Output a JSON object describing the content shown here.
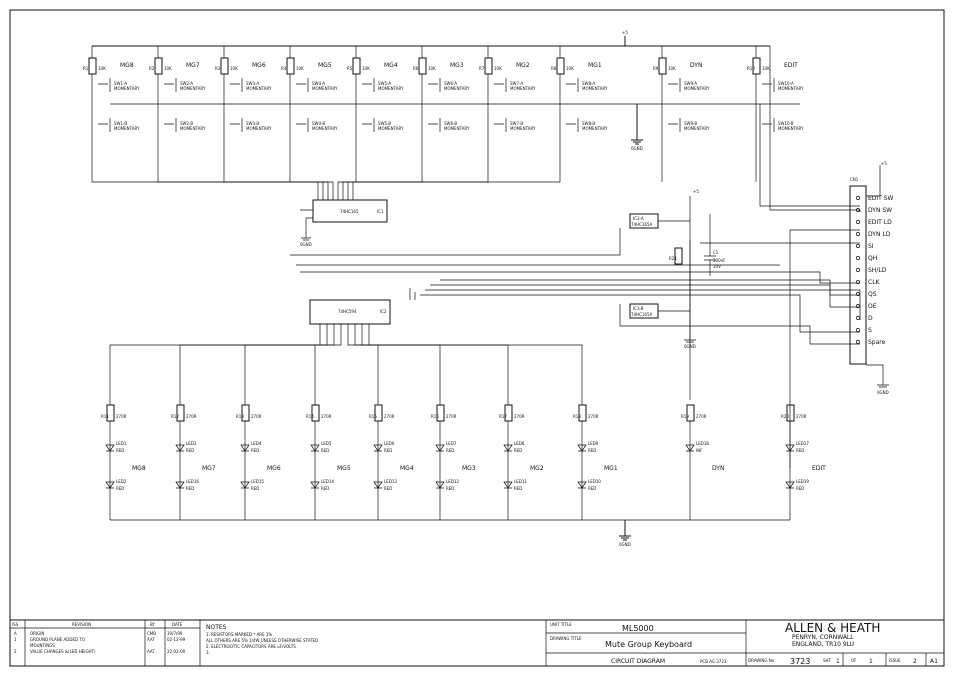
{
  "supply_label": "+5",
  "ground_label": "0GND",
  "switch_groups": [
    {
      "label": "MG8",
      "r": "R1",
      "sa": "SW1-A",
      "sb": "SW1-B"
    },
    {
      "label": "MG7",
      "r": "R2",
      "sa": "SW2-A",
      "sb": "SW2-B"
    },
    {
      "label": "MG6",
      "r": "R3",
      "sa": "SW3-A",
      "sb": "SW3-B"
    },
    {
      "label": "MG5",
      "r": "R4",
      "sa": "SW4-A",
      "sb": "SW4-B"
    },
    {
      "label": "MG4",
      "r": "R5",
      "sa": "SW5-A",
      "sb": "SW5-B"
    },
    {
      "label": "MG3",
      "r": "R6",
      "sa": "SW6-A",
      "sb": "SW6-B"
    },
    {
      "label": "MG2",
      "r": "R7",
      "sa": "SW7-A",
      "sb": "SW7-B"
    },
    {
      "label": "MG1",
      "r": "R8",
      "sa": "SW8-A",
      "sb": "SW8-B"
    },
    {
      "label": "DYN",
      "r": "R9",
      "sa": "SW9-A",
      "sb": "SW9-B"
    },
    {
      "label": "EDIT",
      "r": "R10",
      "sa": "SW10-A",
      "sb": "SW10-B"
    }
  ],
  "momentary": "MOMENTARY",
  "res_value": "10K",
  "led_res_value": "270R",
  "led_groups": [
    {
      "label": "MG8",
      "r": "R11",
      "l1": "LED1",
      "l2": "LED2",
      "c1": "RED",
      "c2": "RED"
    },
    {
      "label": "MG7",
      "r": "R12",
      "l1": "LED3",
      "l2": "LED16",
      "c1": "RED",
      "c2": "RED"
    },
    {
      "label": "MG6",
      "r": "R13",
      "l1": "LED4",
      "l2": "LED15",
      "c1": "RED",
      "c2": "RED"
    },
    {
      "label": "MG5",
      "r": "R14",
      "l1": "LED5",
      "l2": "LED14",
      "c1": "RED",
      "c2": "RED"
    },
    {
      "label": "MG4",
      "r": "R15",
      "l1": "LED6",
      "l2": "LED13",
      "c1": "RED",
      "c2": "RED"
    },
    {
      "label": "MG3",
      "r": "R16",
      "l1": "LED7",
      "l2": "LED12",
      "c1": "RED",
      "c2": "RED"
    },
    {
      "label": "MG2",
      "r": "R17",
      "l1": "LED8",
      "l2": "LED11",
      "c1": "RED",
      "c2": "RED"
    },
    {
      "label": "MG1",
      "r": "R18",
      "l1": "LED9",
      "l2": "LED10",
      "c1": "RED",
      "c2": "RED"
    }
  ],
  "dyn_led": {
    "label": "DYN",
    "r": "R19",
    "l1": "LED18",
    "c1": "INF"
  },
  "edit_led": {
    "label": "EDIT",
    "r": "R20",
    "l1": "LED17",
    "l2": "LED19",
    "c1": "RED",
    "c2": "RED"
  },
  "ic1": {
    "ref": "IC1",
    "part": "74HC165"
  },
  "ic2": {
    "ref": "IC2",
    "part": "74HC594"
  },
  "ic3a": {
    "ref": "IC3-A",
    "part": "74HC165A"
  },
  "ic3b": {
    "ref": "IC3-B",
    "part": "74HC165A"
  },
  "cap": {
    "ref": "C1",
    "value": "100nF",
    "volt": "10V"
  },
  "r21": "R21",
  "connector": {
    "ref": "CN1",
    "pins": [
      "EDIT SW",
      "DYN SW",
      "EDIT LD",
      "DYN LD",
      "SI",
      "QH",
      "SH/LD",
      "CLK",
      "QS",
      "OE",
      "D",
      "S",
      "Spare"
    ]
  },
  "title_block": {
    "rev_headers": [
      "ISS",
      "REVISION",
      "BY",
      "DATE"
    ],
    "revisions": [
      {
        "iss": "A",
        "text": "ORIGIN",
        "by": "CMB",
        "date": "30/7/99"
      },
      {
        "iss": "1",
        "text": "GROUND PLANE ADDED TO",
        "by": "AAT",
        "date": "02-12-99"
      },
      {
        "iss": "",
        "text": "MOUNTINGS",
        "by": "",
        "date": ""
      },
      {
        "iss": "2",
        "text": "VALUE CHANGES &(LED HEIGHT)",
        "by": "AAT",
        "date": "22-02-00"
      }
    ],
    "notes_title": "NOTES",
    "notes": [
      "1. RESISTORS MARKED * ARE 1%",
      "   ALL OTHERS ARE 5% 1/4W UNLESS OTHERWISE STATED",
      "2. ELECTROLYTIC CAPACITORS ARE uF/VOLTS",
      "3."
    ],
    "unit_title_label": "UNIT TITLE",
    "unit_title": "ML5000",
    "drawing_title_label": "DRAWING TITLE",
    "drawing_title": "Mute Group Keyboard",
    "circuit_diagram": "CIRCUIT DIAGRAM",
    "pcb": "PCB AG 3723",
    "company": "ALLEN & HEATH",
    "address1": "PENRYN, CORNWALL",
    "address2": "ENGLAND, TR10 9LU",
    "drawing_no_label": "DRAWING No",
    "drawing_no": "3723",
    "sht_label": "SHT",
    "sht": "1",
    "of_label": "OF",
    "of": "1",
    "issue_label": "ISSUE",
    "issue": "2",
    "size": "A1"
  }
}
